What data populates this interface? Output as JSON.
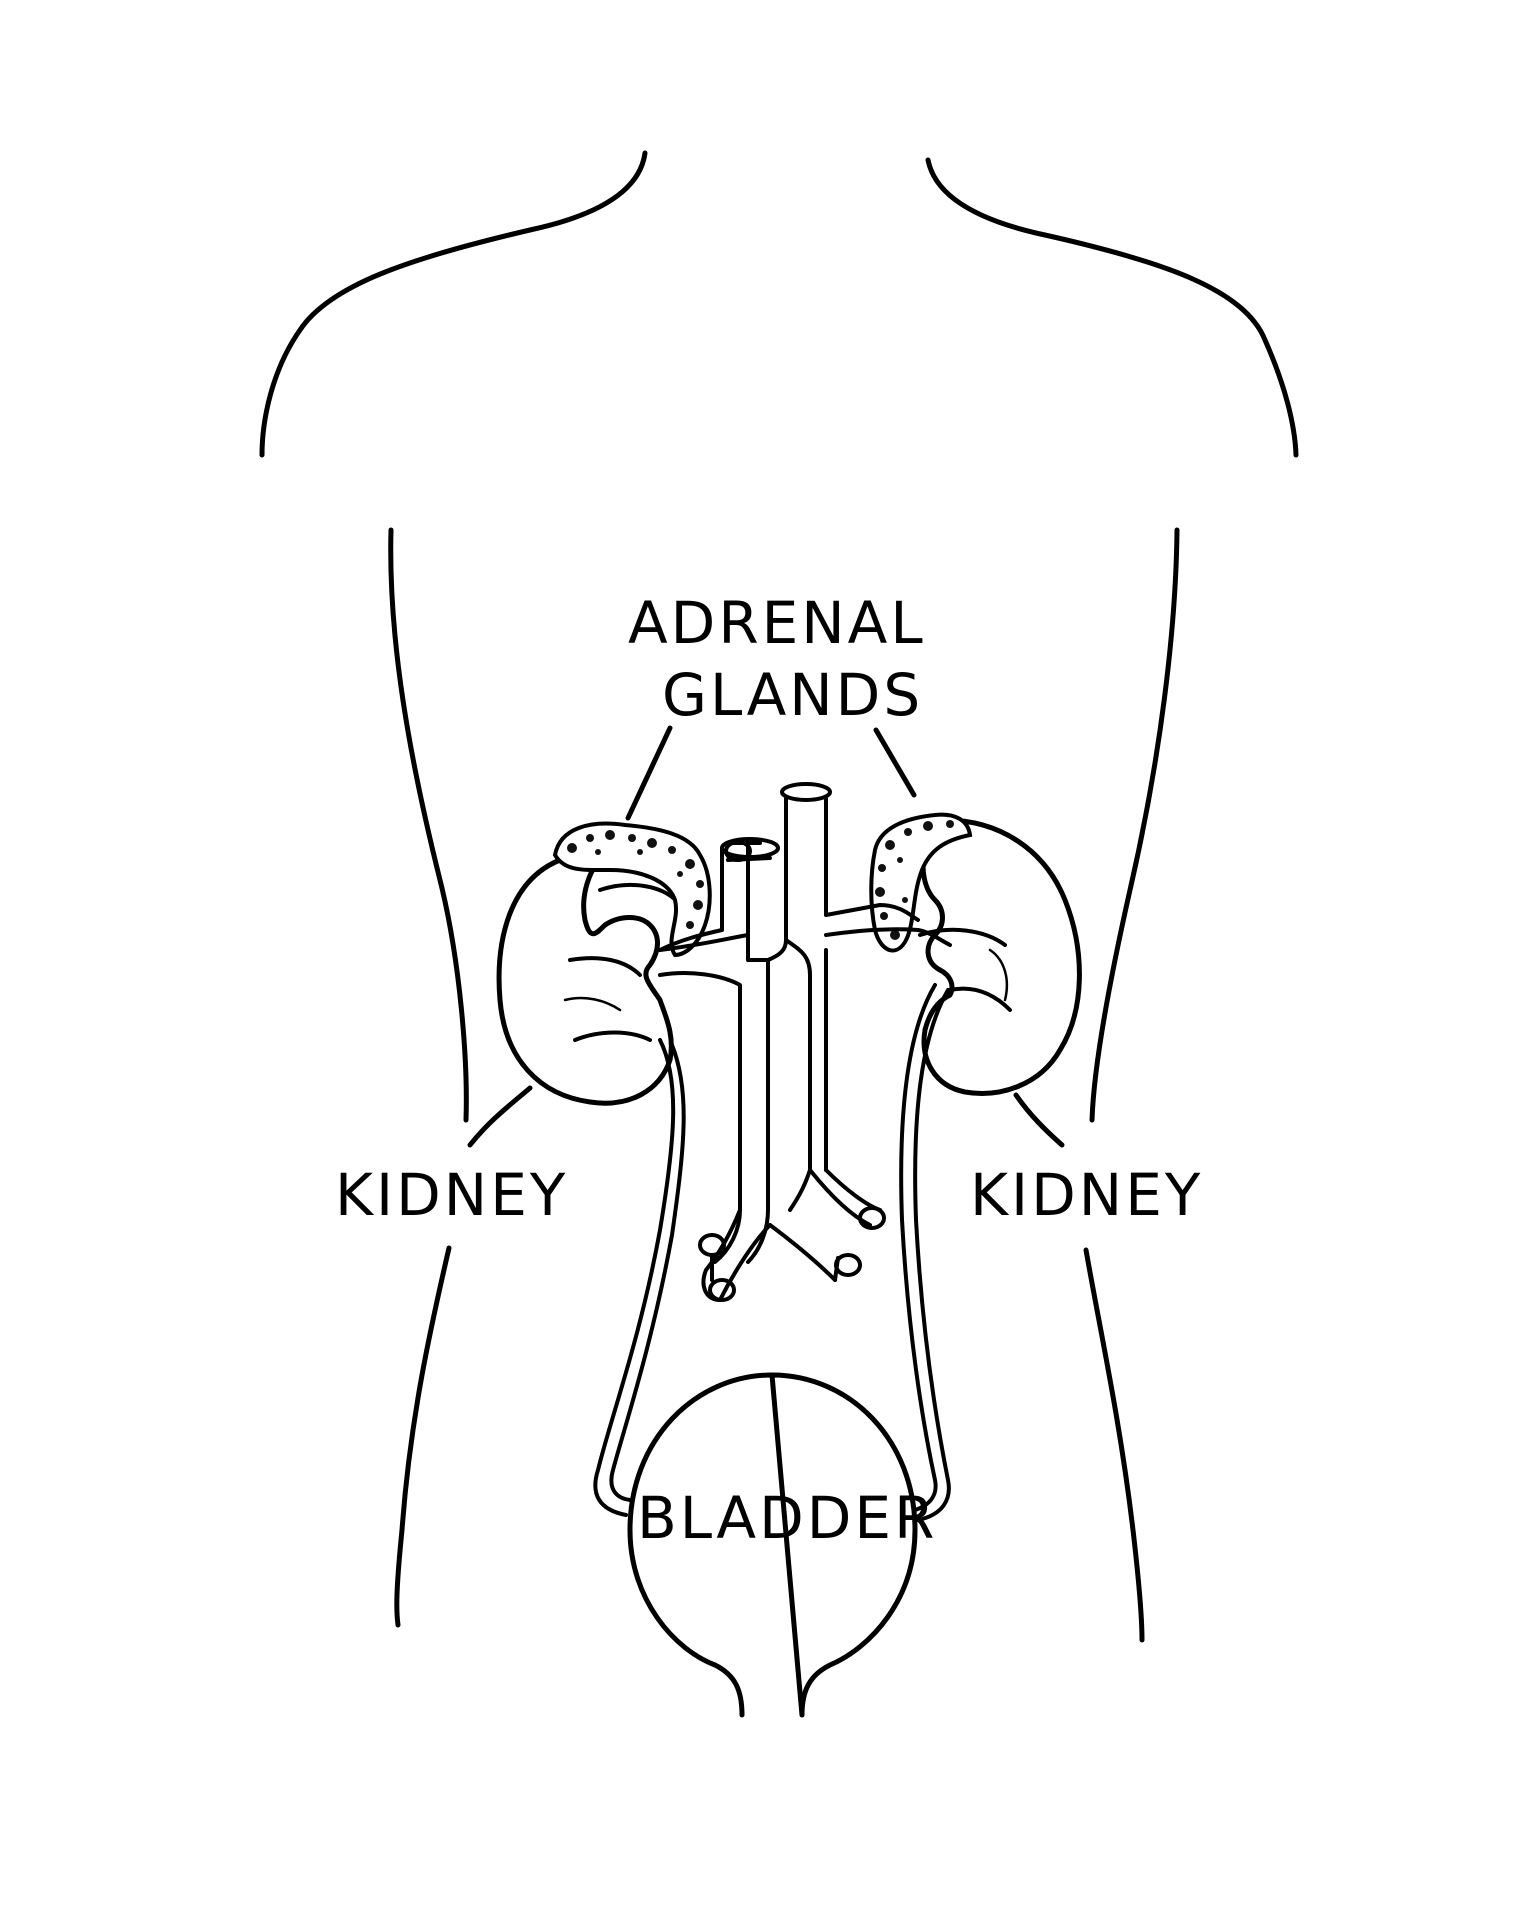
{
  "labels": {
    "adrenal_line1": "ADRENAL",
    "adrenal_line2": "GLANDS",
    "kidney_left": "KIDNEY",
    "kidney_right": "KIDNEY",
    "bladder": "BLADDER"
  },
  "colors": {
    "background": "#ffffff",
    "ink": "#000000"
  }
}
